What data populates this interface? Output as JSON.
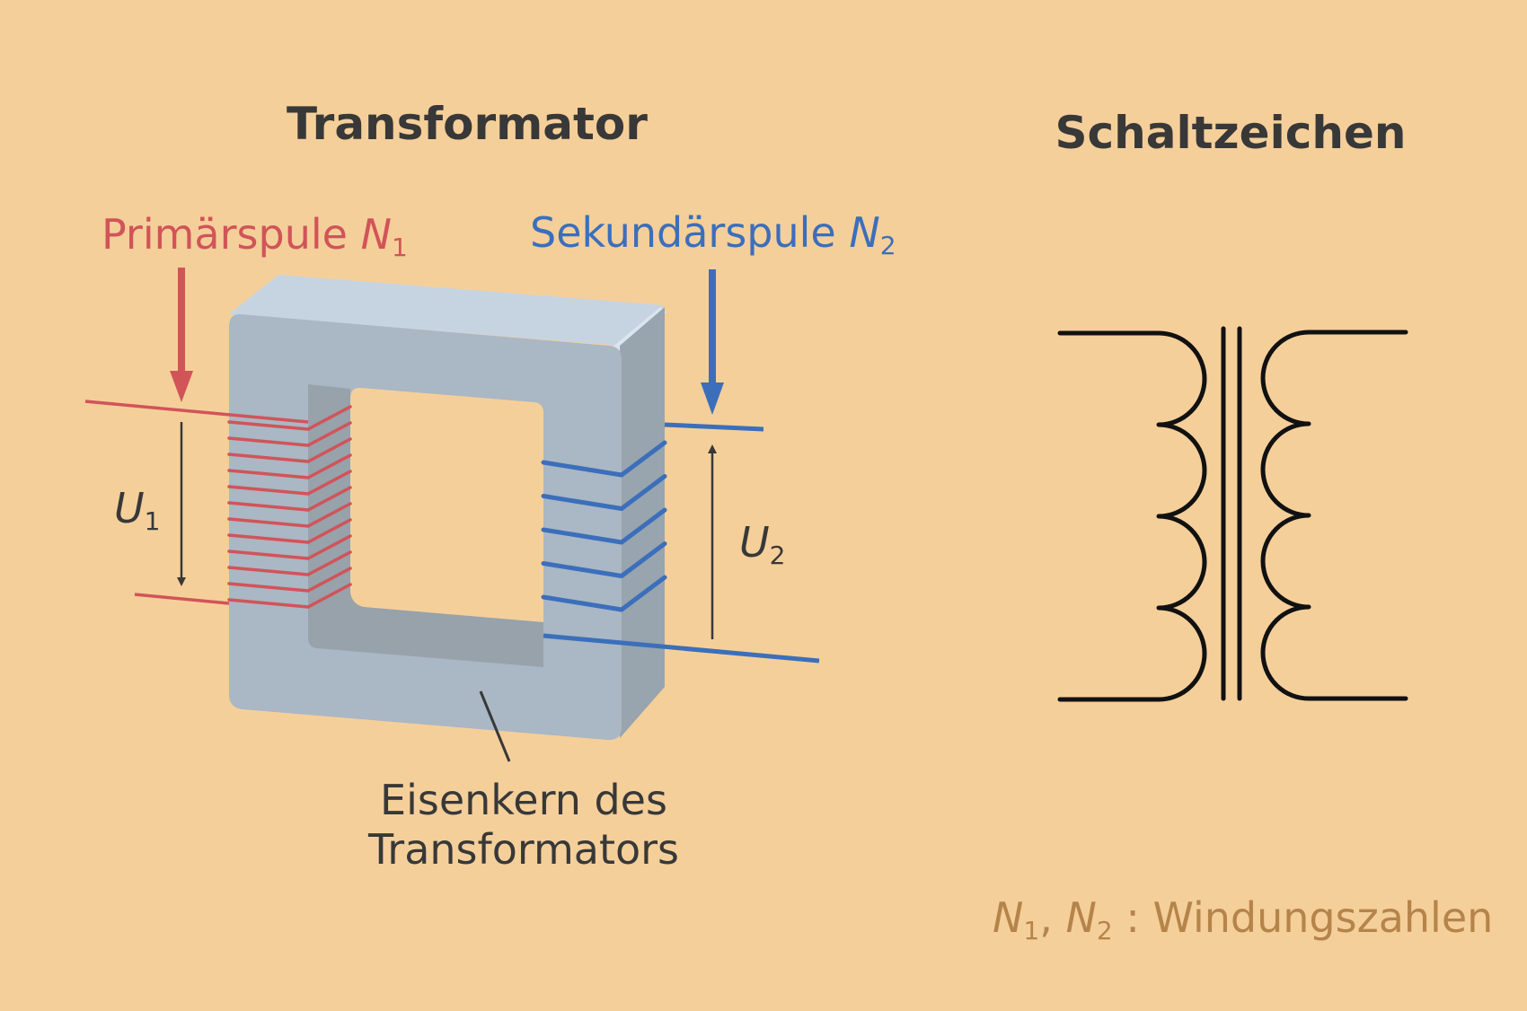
{
  "colors": {
    "background": "#f5cf9a",
    "primary": "#d15459",
    "secondary": "#3b6fbb",
    "text": "#383838",
    "footnote": "#b5844a",
    "core_front": "#aab7c4",
    "core_top": "#c6d4e2",
    "core_side": "#98a4ae",
    "core_inner": "#97a2ab"
  },
  "left": {
    "title": "Transformator",
    "primary_label": "Primärspule ",
    "primary_symbol": "N",
    "primary_sub": "1",
    "secondary_label": "Sekundärspule ",
    "secondary_symbol": "N",
    "secondary_sub": "2",
    "u1_symbol": "U",
    "u1_sub": "1",
    "u2_symbol": "U",
    "u2_sub": "2",
    "core_label_line1": "Eisenkern des",
    "core_label_line2": "Transformators",
    "primary_turns": 12,
    "secondary_turns": 5
  },
  "right": {
    "title": "Schaltzeichen",
    "icon": "transformer-symbol-icon"
  },
  "footnote": {
    "n1": "N",
    "n1_sub": "1",
    "sep": ", ",
    "n2": "N",
    "n2_sub": "2",
    "text": " : Windungszahlen"
  }
}
